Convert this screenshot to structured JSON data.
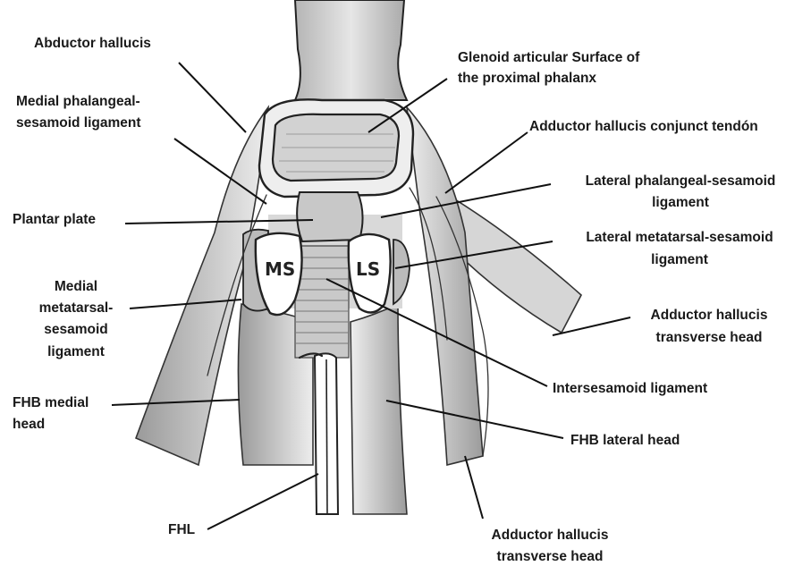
{
  "labels": {
    "abductor_hallucis": "Abductor hallucis",
    "glenoid_l1": "Glenoid articular Surface of",
    "glenoid_l2": "the proximal phalanx",
    "medial_phal_l1": "Medial phalangeal-",
    "medial_phal_l2": "sesamoid ligament",
    "adductor_conjunct": "Adductor hallucis conjunct tendón",
    "lateral_phal_l1": "Lateral phalangeal-sesamoid",
    "lateral_phal_l2": "ligament",
    "plantar_plate": "Plantar plate",
    "lateral_meta_l1": "Lateral metatarsal-sesamoid",
    "lateral_meta_l2": "ligament",
    "medial_meta_l1": "Medial",
    "medial_meta_l2": "metatarsal-",
    "medial_meta_l3": "sesamoid",
    "medial_meta_l4": "ligament",
    "adductor_transverse_right_l1": "Adductor hallucis",
    "adductor_transverse_right_l2": "transverse head",
    "intersesamoid": "Intersesamoid ligament",
    "fhb_medial_l1": "FHB medial",
    "fhb_medial_l2": "head",
    "fhb_lateral": "FHB lateral head",
    "fhl": "FHL",
    "adductor_transverse_bottom_l1": "Adductor hallucis",
    "adductor_transverse_bottom_l2": "transverse head"
  },
  "sesamoids": {
    "medial": "MS",
    "lateral": "LS"
  }
}
